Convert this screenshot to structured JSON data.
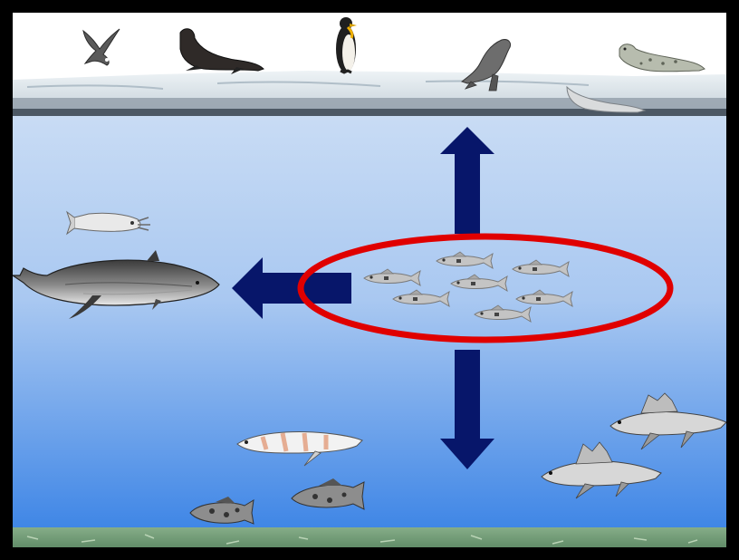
{
  "diagram": {
    "kind": "antarctic-food-web",
    "colors": {
      "frame": "#000000",
      "sky": "#ffffff",
      "ice": "#dfe8ee",
      "water_top": "#c9dcf4",
      "water_bottom": "#3f86e6",
      "seafloor": "#6f9a74",
      "arrow": "#07166a",
      "highlight_ring": "#e00000",
      "fish": "#b8b8b8"
    },
    "icons": {
      "surface": [
        "petrel-icon",
        "seal-icon",
        "penguin-icon",
        "fur-seal-icon",
        "leopard-seal-icon",
        "swimming-seal-icon"
      ],
      "midwater": [
        "squid-icon",
        "whale-icon",
        "fish-school-icon"
      ],
      "bottom": [
        "icefish-icon",
        "rockcod-icon",
        "dragonfish-icon"
      ]
    },
    "arrows": [
      "arrow-up",
      "arrow-left",
      "arrow-down"
    ]
  }
}
